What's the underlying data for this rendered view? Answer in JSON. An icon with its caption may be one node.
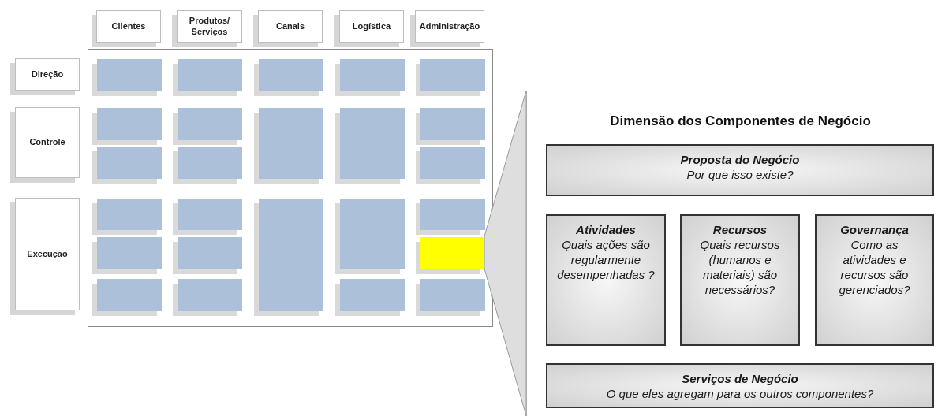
{
  "diagram": {
    "nodes": [
      {
        "text": [
          "Clientes"
        ]
      },
      {
        "text": [
          "Produtos/ Serviços"
        ]
      },
      {
        "text": [
          "Canais"
        ]
      },
      {
        "text": [
          "Logística"
        ]
      },
      {
        "text": [
          "Administração"
        ]
      },
      {
        "text": [
          "Direção"
        ]
      },
      {
        "text": [
          "Controle"
        ]
      },
      {
        "text": [
          "Execução"
        ]
      },
      {
        "text": [],
        "shape": "box"
      },
      {
        "text": [],
        "shape": "box",
        "in": 8
      },
      {
        "text": [],
        "shape": "box",
        "in": 8
      },
      {
        "text": [],
        "shape": "box",
        "in": 8
      },
      {
        "text": [],
        "shape": "box",
        "in": 8
      },
      {
        "text": [],
        "shape": "box",
        "in": 8
      },
      {
        "text": [],
        "shape": "box",
        "in": 8
      },
      {
        "text": [],
        "shape": "box",
        "in": 8
      },
      {
        "text": [],
        "shape": "box",
        "in": 8
      },
      {
        "text": [],
        "shape": "box",
        "in": 8
      },
      {
        "text": [],
        "shape": "box",
        "in": 8
      },
      {
        "text": [],
        "shape": "box",
        "in": 8
      },
      {
        "text": [],
        "shape": "box",
        "in": 8
      },
      {
        "text": [],
        "shape": "box",
        "in": 8
      },
      {
        "text": [],
        "shape": "box",
        "in": 8
      },
      {
        "text": [],
        "shape": "box",
        "in": 8
      },
      {
        "text": [],
        "shape": "box",
        "in": 8
      },
      {
        "text": [],
        "shape": "box",
        "in": 8
      },
      {
        "text": [],
        "shape": "box",
        "in": 8
      },
      {
        "text": [],
        "shape": "box",
        "in": 8
      },
      {
        "text": [],
        "shape": "box",
        "in": 8
      },
      {
        "text": [],
        "shape": "box",
        "in": 8
      },
      {
        "text": [],
        "shape": "box",
        "in": 8
      },
      {
        "text": [],
        "shape": "box",
        "in": 8
      },
      {
        "text": [],
        "shape": "box",
        "in": 8
      },
      {
        "text": [],
        "shape": "box",
        "in": 8
      },
      {
        "text": [
          "Dimensão dos Componentes de Negócio"
        ]
      },
      {
        "text": [
          "Proposta do Negócio",
          "Por que isso existe?"
        ],
        "in": 34
      },
      {
        "text": [
          "Atividades",
          "Quais ações são regularmente desempenhadas ?"
        ],
        "in": 34
      },
      {
        "text": [
          "Recursos",
          "Quais recursos (humanos e materiais) são necessários?"
        ],
        "in": 34
      },
      {
        "text": [
          "Governança",
          "Como as atividades e recursos são gerenciados?"
        ],
        "in": 34
      },
      {
        "text": [
          "Serviços de Negócio",
          "O que eles agregam para os outros componentes?"
        ],
        "in": 34
      }
    ],
    "edges": [
      {
        "from": 29,
        "to": 34,
        "arrow": "none"
      }
    ]
  }
}
